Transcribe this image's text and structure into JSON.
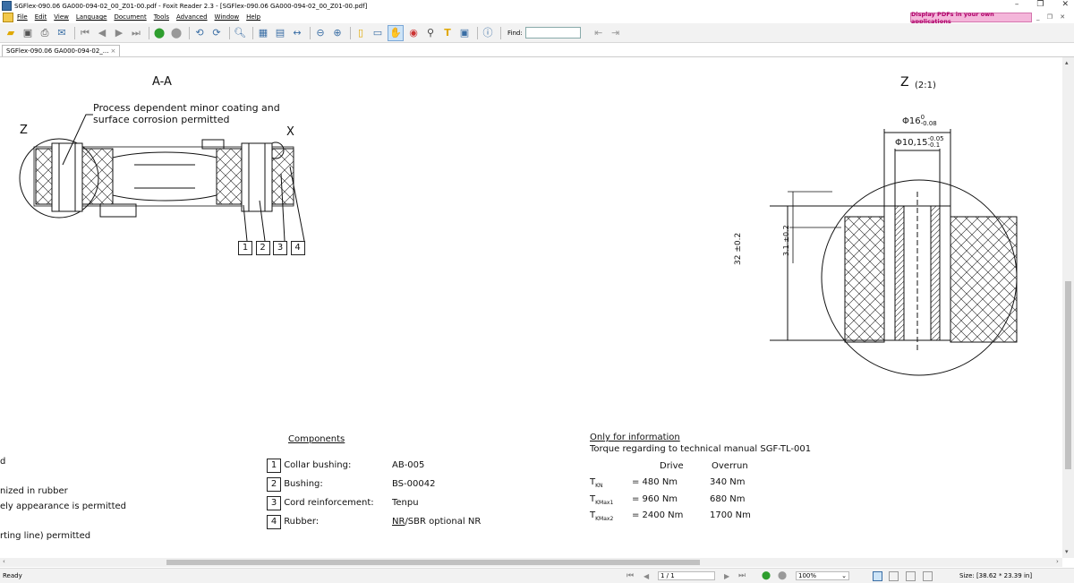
{
  "window": {
    "title": "SGFlex-090.06 GA000-094-02_00_Z01-00.pdf - Foxit Reader 2.3 - [SGFlex-090.06 GA000-094-02_00_Z01-00.pdf]"
  },
  "menu": [
    "File",
    "Edit",
    "View",
    "Language",
    "Document",
    "Tools",
    "Advanced",
    "Window",
    "Help"
  ],
  "ad": {
    "label": "Display PDFs in your own applications"
  },
  "toolbar": {
    "find_label": "Find:"
  },
  "tab": {
    "label": "SGFlex-090.06 GA000-094-02_..."
  },
  "drawing": {
    "section_label": "A-A",
    "detail_z_label": "Z",
    "detail_x_label": "X",
    "note_coating_1": "Process dependent minor coating and",
    "note_coating_2": "surface corrosion permitted",
    "callouts": [
      "1",
      "2",
      "3",
      "4"
    ],
    "detail_title": "Z",
    "detail_scale": "(2:1)",
    "dim_outer": "Φ16",
    "dim_outer_tol_upper": "0",
    "dim_outer_tol_lower": "-0.08",
    "dim_inner": "Φ10,15",
    "dim_inner_tol_upper": "-0.05",
    "dim_inner_tol_lower": "-0.1",
    "dim_height": "32 ±0.2",
    "dim_small": "3.1 ±0.2"
  },
  "left_notes": [
    "d",
    "nized in rubber",
    "ely appearance is permitted",
    "rting line) permitted"
  ],
  "components": {
    "heading": "Components",
    "rows": [
      {
        "num": "1",
        "name": "Collar bushing:",
        "value": "AB-005"
      },
      {
        "num": "2",
        "name": "Bushing:",
        "value": "BS-00042"
      },
      {
        "num": "3",
        "name": "Cord reinforcement:",
        "value": "Tenpu"
      },
      {
        "num": "4",
        "name": "Rubber:",
        "value_ul": "NR",
        "value": "/SBR optional NR"
      }
    ]
  },
  "info": {
    "heading": "Only for information",
    "subheading": "Torque regarding to technical manual SGF-TL-001",
    "col_drive": "Drive",
    "col_overrun": "Overrun",
    "rows": [
      {
        "sym": "T",
        "sub": "KN",
        "drive": "=   480 Nm",
        "overrun": "340 Nm"
      },
      {
        "sym": "T",
        "sub": "KMax1",
        "drive": "=   960 Nm",
        "overrun": "680 Nm"
      },
      {
        "sym": "T",
        "sub": "KMax2",
        "drive": "= 2400 Nm",
        "overrun": "1700 Nm"
      }
    ]
  },
  "status": {
    "ready": "Ready",
    "page": "1 / 1",
    "zoom": "100%",
    "size": "Size: [38.62 * 23.39 in]"
  }
}
